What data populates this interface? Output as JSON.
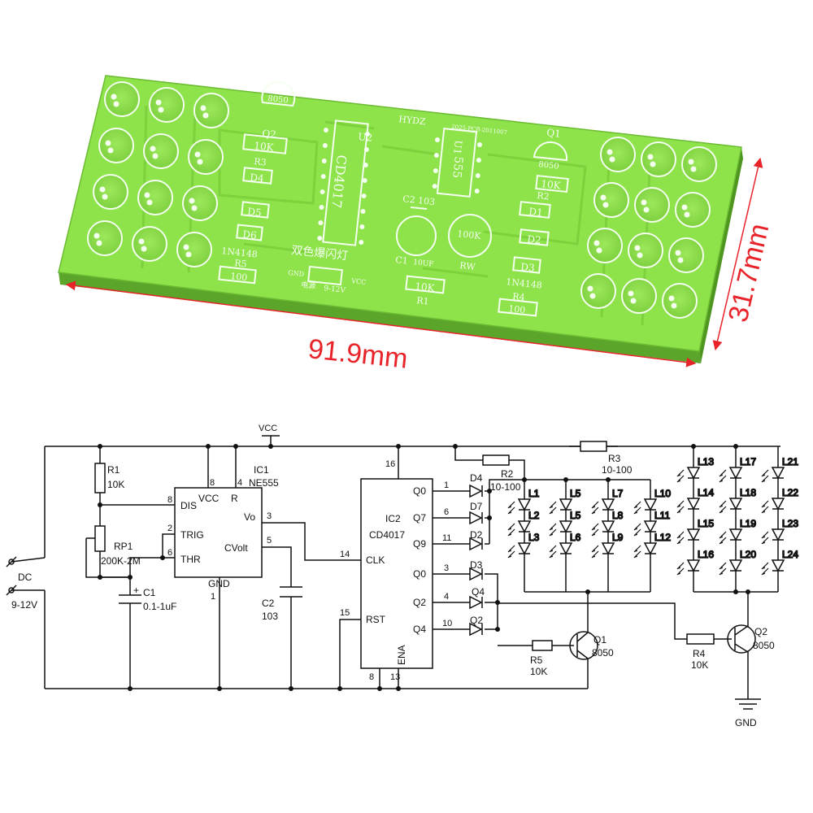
{
  "dimensions": {
    "width": "91.9mm",
    "height": "31.7mm",
    "color": "#e8242a"
  },
  "pcb": {
    "board_color": "#8ee24a",
    "labels": {
      "hydz": "HYDZ",
      "board_code": "2025-PCB-2011007",
      "q2": "Q2",
      "q2_part": "8050",
      "q1": "Q1",
      "q1_part": "8050",
      "r3": "R3",
      "r3_val": "10K",
      "r2": "R2",
      "r2_val": "10K",
      "d4": "D4",
      "d5": "D5",
      "d6": "D6",
      "d1": "D1",
      "d2": "D2",
      "d3": "D3",
      "diode_left": "1N4148",
      "diode_right": "1N4148",
      "r5": "R5",
      "r5_val": "100",
      "r1": "R1",
      "r1_val": "10K",
      "r4": "R4",
      "r4_val": "100",
      "u2": "U2",
      "cd4017": "CD4017",
      "u1": "U1",
      "ne555": "555",
      "c2": "C2 103",
      "c1": "C1",
      "c1_val": "10UF",
      "rw": "RW",
      "rw_val": "100K",
      "title_cn": "双色爆闪灯",
      "gnd": "GND",
      "vcc": "VCC",
      "power_cn": "电源",
      "power_range": "9-12V"
    }
  },
  "schematic": {
    "vcc": "VCC",
    "gnd": "GND",
    "dc": "DC",
    "dc_range": "9-12V",
    "r1": "R1",
    "r1_val": "10K",
    "rp1": "RP1",
    "rp1_val": "200K-2M",
    "c1": "C1",
    "c1_val": "0.1-1uF",
    "c1_plus": "+",
    "c2": "C2",
    "c2_val": "103",
    "ic1": "IC1",
    "ic1_part": "NE555",
    "ic1_pins": {
      "dis": "DIS",
      "vcc": "VCC",
      "r": "R",
      "trig": "TRIG",
      "thr": "THR",
      "vo": "Vo",
      "cvolt": "CVolt",
      "gnd": "GND"
    },
    "ic1_numbers": {
      "p8a": "8",
      "p4": "4",
      "p8b": "8",
      "p2": "2",
      "p6": "6",
      "p3": "3",
      "p5": "5",
      "p1": "1"
    },
    "ic2": "IC2",
    "ic2_part": "CD4017",
    "ic2_pins": {
      "q0a": "Q0",
      "q7": "Q7",
      "q9": "Q9",
      "q0b": "Q0",
      "q2": "Q2",
      "q4": "Q4",
      "clk": "CLK",
      "rst": "RST",
      "ena": "ENA"
    },
    "ic2_numbers": {
      "p16": "16",
      "p1": "1",
      "p6": "6",
      "p11": "11",
      "p3": "3",
      "p4": "4",
      "p10": "10",
      "p14": "14",
      "p15": "15",
      "p8": "8",
      "p13": "13"
    },
    "diodes": {
      "d4": "D4",
      "d7": "D7",
      "d2": "D2",
      "d3": "D3",
      "q4": "Q4",
      "q2": "Q2"
    },
    "r2": "R2",
    "r2_val": "10-100",
    "r3": "R3",
    "r3_val": "10-100",
    "r5": "R5",
    "r5_val": "10K",
    "r4": "R4",
    "r4_val": "10K",
    "q1": "Q1",
    "q1_part": "8050",
    "q2": "Q2",
    "q2_part": "8050",
    "leds_left": [
      "L1",
      "L2",
      "L3",
      "L5",
      "L5",
      "L6",
      "L7",
      "L8",
      "L9",
      "L10",
      "L11",
      "L12"
    ],
    "leds_right": [
      "L13",
      "L14",
      "L15",
      "L16",
      "L17",
      "L18",
      "L19",
      "L20",
      "L21",
      "L22",
      "L23",
      "L24"
    ]
  }
}
